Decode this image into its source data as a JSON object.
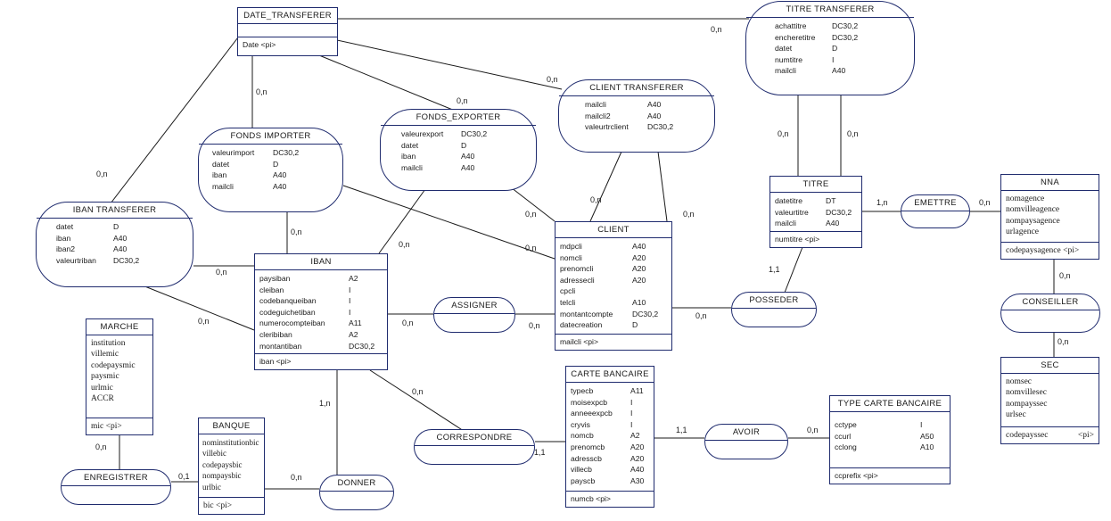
{
  "entities": {
    "date_transferer": {
      "name": "DATE_TRANSFERER",
      "key": "Date  <pi>"
    },
    "titre": {
      "name": "TITRE",
      "attrs": [
        {
          "n": "datetitre",
          "t": "DT"
        },
        {
          "n": "valeurtitre",
          "t": "DC30,2"
        },
        {
          "n": "mailcli",
          "t": "A40"
        }
      ],
      "key": "numtitre  <pi>"
    },
    "nna": {
      "name": "NNA",
      "attrs": [
        {
          "n": "nomagence",
          "t": ""
        },
        {
          "n": "nomvilleagence",
          "t": ""
        },
        {
          "n": "nompaysagence",
          "t": ""
        },
        {
          "n": "urlagence",
          "t": ""
        }
      ],
      "key": "codepaysagence <pi>"
    },
    "sec": {
      "name": "SEC",
      "attrs": [
        {
          "n": "nomsec",
          "t": ""
        },
        {
          "n": "nomvillesec",
          "t": ""
        },
        {
          "n": "nompayssec",
          "t": ""
        },
        {
          "n": "urlsec",
          "t": ""
        }
      ],
      "key": "codepayssec",
      "key_tag": "<pi>"
    },
    "client": {
      "name": "CLIENT",
      "attrs": [
        {
          "n": "mdpcli",
          "t": "A40"
        },
        {
          "n": "nomcli",
          "t": "A20"
        },
        {
          "n": "prenomcli",
          "t": "A20"
        },
        {
          "n": "adressecli",
          "t": "A20"
        },
        {
          "n": "cpcli",
          "t": ""
        },
        {
          "n": "telcli",
          "t": "A10"
        },
        {
          "n": "montantcompte",
          "t": "DC30,2"
        },
        {
          "n": "datecreation",
          "t": "D"
        }
      ],
      "key": "mailcli  <pi>"
    },
    "iban": {
      "name": "IBAN",
      "attrs": [
        {
          "n": "paysiban",
          "t": "A2"
        },
        {
          "n": "cleiban",
          "t": "I"
        },
        {
          "n": "codebanqueiban",
          "t": "I"
        },
        {
          "n": "codeguichetiban",
          "t": "I"
        },
        {
          "n": "numerocompteiban",
          "t": "A11"
        },
        {
          "n": "cleribiban",
          "t": "A2"
        },
        {
          "n": "montantiban",
          "t": "DC30,2"
        }
      ],
      "key": "iban  <pi>"
    },
    "marche": {
      "name": "MARCHE",
      "attrs": [
        {
          "n": "institution",
          "t": ""
        },
        {
          "n": "villemic",
          "t": ""
        },
        {
          "n": "codepaysmic",
          "t": ""
        },
        {
          "n": "paysmic",
          "t": ""
        },
        {
          "n": "urlmic",
          "t": ""
        },
        {
          "n": "ACCR",
          "t": ""
        }
      ],
      "key": "mic <pi>"
    },
    "banque": {
      "name": "BANQUE",
      "attrs": [
        {
          "n": "nominstitutionbic",
          "t": ""
        },
        {
          "n": "villebic",
          "t": ""
        },
        {
          "n": "codepaysbic",
          "t": ""
        },
        {
          "n": "nompaysbic",
          "t": ""
        },
        {
          "n": "urlbic",
          "t": ""
        }
      ],
      "key": "bic  <pi>"
    },
    "carte_bancaire": {
      "name": "CARTE BANCAIRE",
      "attrs": [
        {
          "n": "typecb",
          "t": "A11"
        },
        {
          "n": "moisexpcb",
          "t": "I"
        },
        {
          "n": "anneeexpcb",
          "t": "I"
        },
        {
          "n": "cryvis",
          "t": "I"
        },
        {
          "n": "nomcb",
          "t": "A2"
        },
        {
          "n": "prenomcb",
          "t": "A20"
        },
        {
          "n": "adresscb",
          "t": "A20"
        },
        {
          "n": "villecb",
          "t": "A40"
        },
        {
          "n": "payscb",
          "t": "A30"
        }
      ],
      "key": "numcb  <pi>"
    },
    "type_carte_bancaire": {
      "name": "TYPE CARTE BANCAIRE",
      "attrs": [
        {
          "n": "cctype",
          "t": "I"
        },
        {
          "n": "ccurl",
          "t": "A50"
        },
        {
          "n": "cclong",
          "t": "A10"
        }
      ],
      "key": "ccprefix   <pi>"
    }
  },
  "associations": {
    "titre_transfere": {
      "name": "TITRE TRANSFERER",
      "attrs": [
        {
          "n": "achattitre",
          "t": "DC30,2"
        },
        {
          "n": "encheretitre",
          "t": "DC30,2"
        },
        {
          "n": "datet",
          "t": "D"
        },
        {
          "n": "numtitre",
          "t": "I"
        },
        {
          "n": "mailcli",
          "t": "A40"
        }
      ]
    },
    "client_transfere": {
      "name": "CLIENT TRANSFERER",
      "attrs": [
        {
          "n": "mailcli",
          "t": "A40"
        },
        {
          "n": "mailcli2",
          "t": "A40"
        },
        {
          "n": "valeurtrclient",
          "t": "DC30,2"
        }
      ]
    },
    "fonds_exporter": {
      "name": "FONDS_EXPORTER",
      "attrs": [
        {
          "n": "valeurexport",
          "t": "DC30,2"
        },
        {
          "n": "datet",
          "t": "D"
        },
        {
          "n": "iban",
          "t": "A40"
        },
        {
          "n": "mailcli",
          "t": "A40"
        }
      ]
    },
    "fonds_importer": {
      "name": "FONDS IMPORTER",
      "attrs": [
        {
          "n": "valeurimport",
          "t": "DC30,2"
        },
        {
          "n": "datet",
          "t": "D"
        },
        {
          "n": "iban",
          "t": "A40"
        },
        {
          "n": "mailcli",
          "t": "A40"
        }
      ]
    },
    "iban_transferer": {
      "name": "IBAN TRANSFERER",
      "attrs": [
        {
          "n": "datet",
          "t": "D"
        },
        {
          "n": "iban",
          "t": "A40"
        },
        {
          "n": "iban2",
          "t": "A40"
        },
        {
          "n": "valeurtriban",
          "t": "DC30,2"
        }
      ]
    },
    "emettre": {
      "name": "EMETTRE"
    },
    "conseiller": {
      "name": "CONSEILLER"
    },
    "posseder": {
      "name": "POSSEDER"
    },
    "assigner": {
      "name": "ASSIGNER"
    },
    "correspondre": {
      "name": "CORRESPONDRE"
    },
    "avoir": {
      "name": "AVOIR"
    },
    "donner": {
      "name": "DONNER"
    },
    "enregistrer": {
      "name": "ENREGISTRER"
    }
  },
  "cardinalities": {
    "dt_titre_tr": "0,n",
    "dt_client_tr": "0,n",
    "dt_fonds_exp": "0,n",
    "dt_fonds_imp": "0,n",
    "dt_iban_tr": "0,n",
    "titre_titre_tr_left": "0,n",
    "titre_titre_tr_right": "0,n",
    "titre_emettre": "1,n",
    "nna_emettre": "0,n",
    "nna_conseiller": "0,n",
    "sec_conseiller": "0,n",
    "client_client_tr": "0,n",
    "client_client_tr2": "0,n",
    "client_fonds_exp": "0,n",
    "client_fonds_imp": "0,n",
    "titre_posseder": "1,1",
    "client_posseder": "0,n",
    "iban_fonds_imp": "0,n",
    "iban_fonds_exp": "0,n",
    "iban_iban_tr_top": "0,n",
    "iban_iban_tr_bottom": "0,n",
    "iban_assigner": "0,n",
    "client_assigner": "0,n",
    "iban_correspondre": "0,n",
    "carte_correspondre": "1,1",
    "iban_donner": "1,n",
    "banque_donner": "0,n",
    "banque_enregistrer": "0,1",
    "marche_enregistrer": "0,n",
    "carte_avoir": "1,1",
    "type_avoir": "0,n"
  }
}
